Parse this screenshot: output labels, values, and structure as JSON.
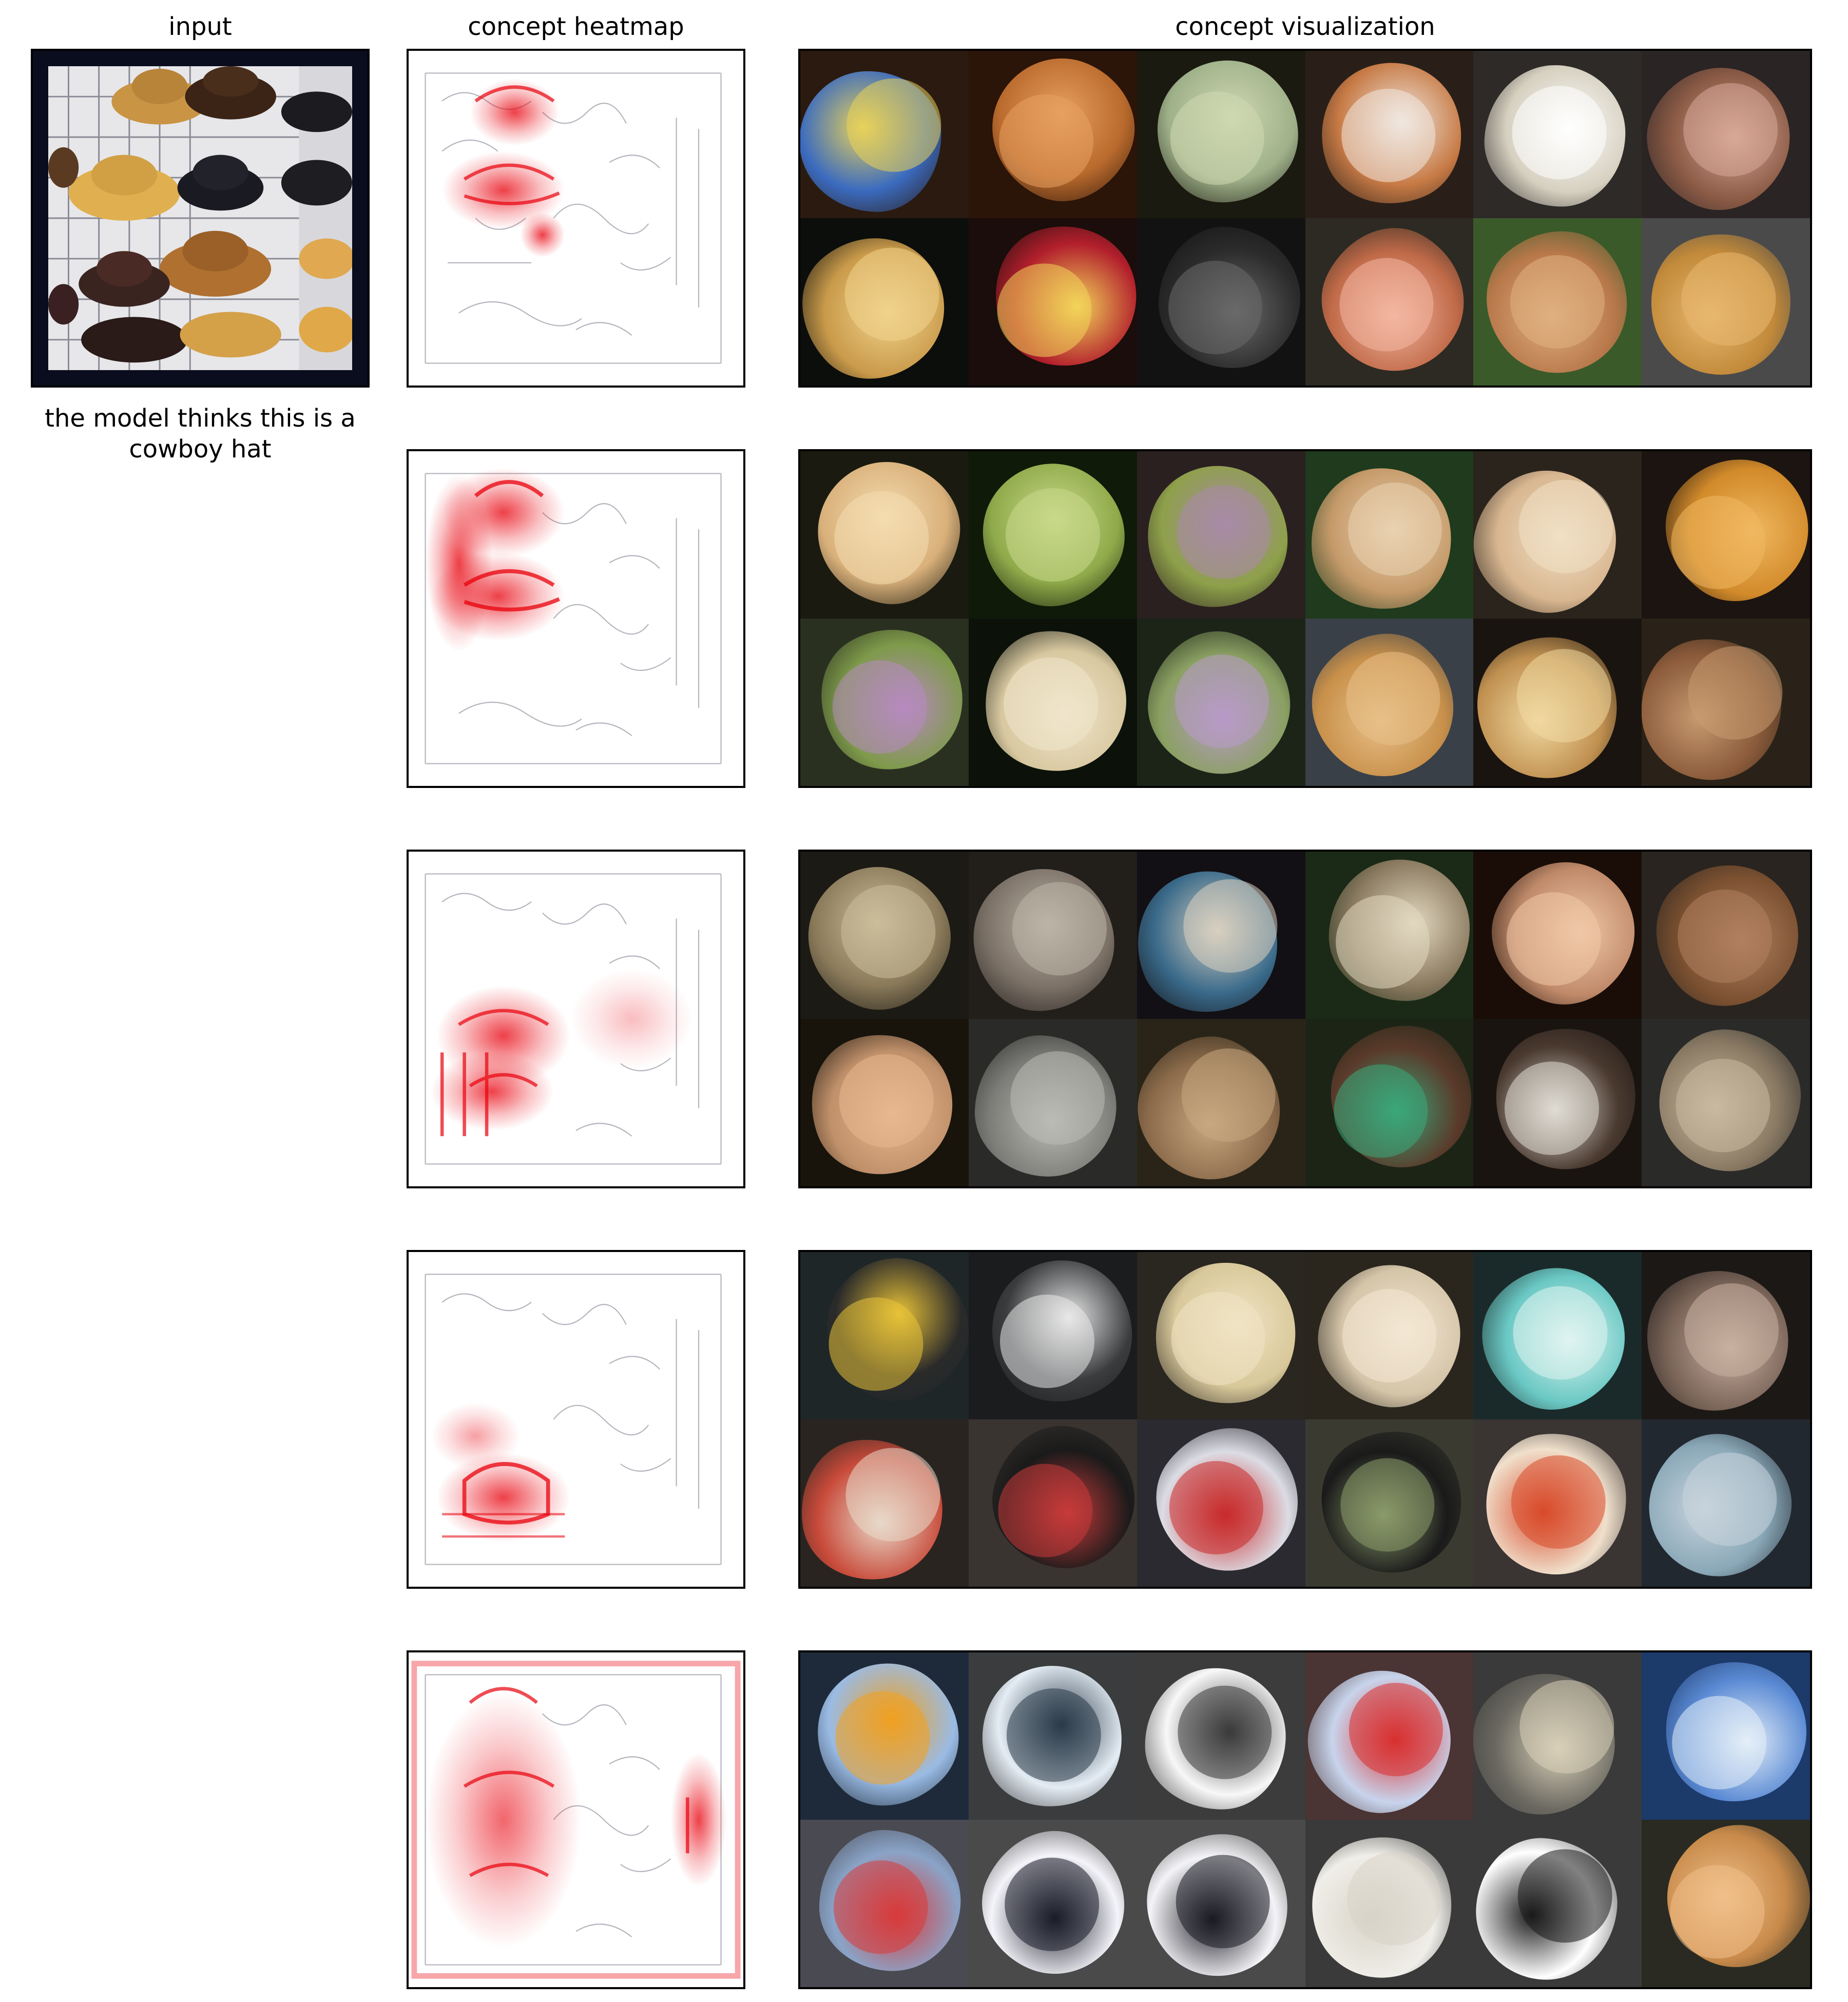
{
  "titles": {
    "input": "input",
    "heatmap": "concept heatmap",
    "visualization": "concept visualization"
  },
  "caption": "the model thinks this is a cowboy hat",
  "palette": {
    "frame_dark": "#0a0d1e",
    "heat_red": "#e8000b",
    "line_gray": "#b4b4be",
    "wall_white": "#e7e7ea"
  },
  "rows": [
    {
      "tiles": [
        {
          "bg": "#2a1a10",
          "fg": "#3b6bbf",
          "hi": "#e8d25a"
        },
        {
          "bg": "#2b1408",
          "fg": "#b96a2d",
          "hi": "#e7a060"
        },
        {
          "bg": "#1b1a10",
          "fg": "#9fb18a",
          "hi": "#cfd8b0"
        },
        {
          "bg": "#2a1f18",
          "fg": "#c77a45",
          "hi": "#f0e8e0"
        },
        {
          "bg": "#2d2a28",
          "fg": "#d6d0c0",
          "hi": "#ffffff"
        },
        {
          "bg": "#2a2424",
          "fg": "#8a5a45",
          "hi": "#d8a898"
        },
        {
          "bg": "#0c0e0c",
          "fg": "#c99a4a",
          "hi": "#f1d38d"
        },
        {
          "bg": "#1a0d0b",
          "fg": "#b21f2c",
          "hi": "#f3d45a"
        },
        {
          "bg": "#121212",
          "fg": "#2b2b2b",
          "hi": "#6a6a6a"
        },
        {
          "bg": "#2c2a22",
          "fg": "#c06a48",
          "hi": "#f4b7a2"
        },
        {
          "bg": "#3a5a2a",
          "fg": "#b8784a",
          "hi": "#e0b080"
        },
        {
          "bg": "#4a4a4a",
          "fg": "#c28a3a",
          "hi": "#e8b870"
        }
      ]
    },
    {
      "tiles": [
        {
          "bg": "#1a1a10",
          "fg": "#d9b07a",
          "hi": "#f4ddb0"
        },
        {
          "bg": "#0f1a08",
          "fg": "#8faa4a",
          "hi": "#c9d98a"
        },
        {
          "bg": "#2a2020",
          "fg": "#8ea04a",
          "hi": "#a98aa8"
        },
        {
          "bg": "#1f3a1c",
          "fg": "#c59a6a",
          "hi": "#e9d1b0"
        },
        {
          "bg": "#2a241c",
          "fg": "#d8b690",
          "hi": "#f1e0c4"
        },
        {
          "bg": "#1c1410",
          "fg": "#d28a2a",
          "hi": "#f0b860"
        },
        {
          "bg": "#2a3020",
          "fg": "#7e9a4a",
          "hi": "#b78ac0"
        },
        {
          "bg": "#0c120a",
          "fg": "#d8c8a0",
          "hi": "#f0e6cc"
        },
        {
          "bg": "#1c2418",
          "fg": "#8aa062",
          "hi": "#b89ac8"
        },
        {
          "bg": "#3a4048",
          "fg": "#c8904a",
          "hi": "#e8c088"
        },
        {
          "bg": "#1a1410",
          "fg": "#c09050",
          "hi": "#f0d8a0"
        },
        {
          "bg": "#2a2218",
          "fg": "#8a5a3a",
          "hi": "#c89a70"
        }
      ]
    },
    {
      "tiles": [
        {
          "bg": "#1c1a14",
          "fg": "#8a7a5a",
          "hi": "#cbbd9a"
        },
        {
          "bg": "#221e1a",
          "fg": "#7a7066",
          "hi": "#bdb4a8"
        },
        {
          "bg": "#121014",
          "fg": "#3a6a8a",
          "hi": "#d8d0c0"
        },
        {
          "bg": "#1a2a16",
          "fg": "#8a7a60",
          "hi": "#e2d8c0"
        },
        {
          "bg": "#1a0d08",
          "fg": "#c08a6a",
          "hi": "#f0c8a8"
        },
        {
          "bg": "#2a2420",
          "fg": "#7a5030",
          "hi": "#b08060"
        },
        {
          "bg": "#18140c",
          "fg": "#c0906a",
          "hi": "#e8b890"
        },
        {
          "bg": "#2a2a28",
          "fg": "#7c7c78",
          "hi": "#bcbcb6"
        },
        {
          "bg": "#2a2418",
          "fg": "#8a6a4a",
          "hi": "#c8a880"
        },
        {
          "bg": "#1c2416",
          "fg": "#5a3a2a",
          "hi": "#3aa87a"
        },
        {
          "bg": "#1a1410",
          "fg": "#4a3a30",
          "hi": "#e0dcd4"
        },
        {
          "bg": "#2a2a28",
          "fg": "#8a7a64",
          "hi": "#c8baa0"
        }
      ]
    },
    {
      "tiles": [
        {
          "bg": "#1e2628",
          "fg": "#2a2a2a",
          "hi": "#e8c238"
        },
        {
          "bg": "#1a1c1e",
          "fg": "#3a3c3e",
          "hi": "#e8e8e8"
        },
        {
          "bg": "#2a2620",
          "fg": "#d8c89a",
          "hi": "#f0e4c4"
        },
        {
          "bg": "#2a261e",
          "fg": "#d4c4a8",
          "hi": "#f4e8d4"
        },
        {
          "bg": "#1a2a2a",
          "fg": "#6ac8c4",
          "hi": "#e0f4f0"
        },
        {
          "bg": "#1c1816",
          "fg": "#7a6458",
          "hi": "#c8b0a0"
        },
        {
          "bg": "#2a2420",
          "fg": "#c84a3a",
          "hi": "#e8d8c8"
        },
        {
          "bg": "#3a3430",
          "fg": "#1a1a1a",
          "hi": "#c83a3a"
        },
        {
          "bg": "#2a2a30",
          "fg": "#dcdce4",
          "hi": "#c82a2a"
        },
        {
          "bg": "#3a3a30",
          "fg": "#1a1a1a",
          "hi": "#8a9a6a"
        },
        {
          "bg": "#3a3432",
          "fg": "#f0e0cc",
          "hi": "#d84a2a"
        },
        {
          "bg": "#222830",
          "fg": "#8aa8b8",
          "hi": "#c8d4dc"
        }
      ]
    },
    {
      "tiles": [
        {
          "bg": "#1e2a3a",
          "fg": "#9abbe4",
          "hi": "#f0a020"
        },
        {
          "bg": "#3a3c3e",
          "fg": "#e4ecf4",
          "hi": "#2a3a48"
        },
        {
          "bg": "#3c3c3c",
          "fg": "#f8f8f8",
          "hi": "#3a3a3a"
        },
        {
          "bg": "#4a3434",
          "fg": "#c8d4ec",
          "hi": "#d83030"
        },
        {
          "bg": "#3a3a3a",
          "fg": "#6a6860",
          "hi": "#d8d0b8"
        },
        {
          "bg": "#1c3a6a",
          "fg": "#5a8ad4",
          "hi": "#e4eef8"
        },
        {
          "bg": "#4a4a52",
          "fg": "#8aa4c8",
          "hi": "#d83a3a"
        },
        {
          "bg": "#4a4a4a",
          "fg": "#f4f4fa",
          "hi": "#1a1c28"
        },
        {
          "bg": "#4a4a4a",
          "fg": "#f4f4f8",
          "hi": "#1a1a22"
        },
        {
          "bg": "#3a3a3a",
          "fg": "#f0eee8",
          "hi": "#d8d4c8"
        },
        {
          "bg": "#3a3a3a",
          "fg": "#ffffff",
          "hi": "#1a1a1a"
        },
        {
          "bg": "#2a2a22",
          "fg": "#c88a4a",
          "hi": "#f0c08a"
        }
      ]
    }
  ]
}
